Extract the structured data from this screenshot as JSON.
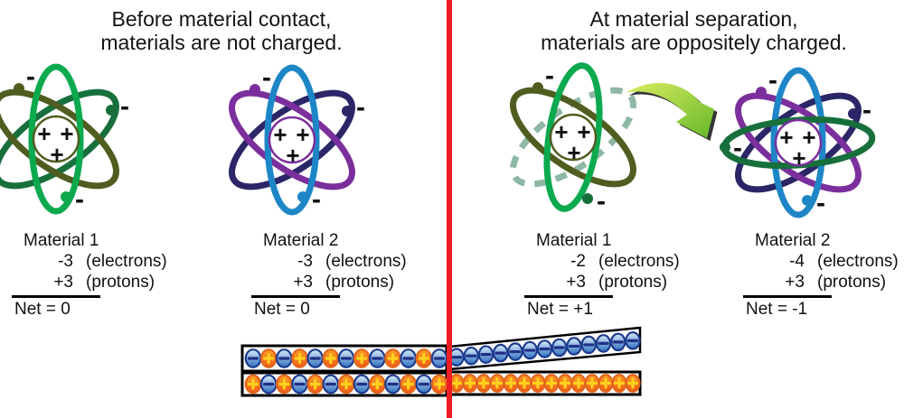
{
  "page": {
    "background": "#ffffff"
  },
  "divider": {
    "color": "#ed1c24"
  },
  "symbols": {
    "plus": "+",
    "minus": "-"
  },
  "left_panel": {
    "title_line1": "Before material contact,",
    "title_line2": "materials are not charged.",
    "material1": {
      "name": "Material 1",
      "electrons_value": "-3",
      "electrons_label": "(electrons)",
      "protons_value": "+3",
      "protons_label": "(protons)",
      "net": "Net = 0"
    },
    "material2": {
      "name": "Material 2",
      "electrons_value": "-3",
      "electrons_label": "(electrons)",
      "protons_value": "+3",
      "protons_label": "(protons)",
      "net": "Net = 0"
    }
  },
  "right_panel": {
    "title_line1": "At material separation,",
    "title_line2": "materials are oppositely charged.",
    "material1": {
      "name": "Material 1",
      "electrons_value": "-2",
      "electrons_label": "(electrons)",
      "protons_value": "+3",
      "protons_label": "(protons)",
      "net": "Net = +1"
    },
    "material2": {
      "name": "Material 2",
      "electrons_value": "-4",
      "electrons_label": "(electrons)",
      "protons_value": "+3",
      "protons_label": "(protons)",
      "net": "Net = -1"
    }
  },
  "strips": {
    "left_top_pattern": [
      "-",
      "+",
      "-",
      "+",
      "-",
      "+",
      "-",
      "+",
      "-",
      "+",
      "-",
      "+",
      "-"
    ],
    "left_bottom_pattern": [
      "+",
      "-",
      "+",
      "-",
      "+",
      "-",
      "+",
      "-",
      "+",
      "-",
      "+",
      "-",
      "+"
    ],
    "right_top_pattern": [
      "-",
      "-",
      "-",
      "-",
      "-",
      "-",
      "-",
      "-",
      "-",
      "-",
      "-",
      "-",
      "-"
    ],
    "right_bottom_pattern": [
      "+",
      "+",
      "+",
      "+",
      "+",
      "+",
      "+",
      "+",
      "+",
      "+",
      "+",
      "+",
      "+",
      "+"
    ],
    "negative_fill_light": "#d9ecf8",
    "negative_fill_dark": "#2e6fc0",
    "negative_stroke": "#1d3a8e",
    "minus_sign_color": "#203087",
    "positive_fill_light": "#ff9e2a",
    "positive_fill_dark": "#ef5a17",
    "positive_stroke": "#e2661c",
    "plus_sign_color": "#ffd21e"
  },
  "colors": {
    "green_bright": "#0ca94f",
    "green_dark": "#17703c",
    "olive": "#4f5d20",
    "blue": "#1e86c7",
    "navy": "#2a2668",
    "purple": "#7b2f9c",
    "dashed_orbit": "#8fb8a4",
    "arrow_light": "#d9ec5f",
    "arrow_dark": "#66b82a"
  }
}
